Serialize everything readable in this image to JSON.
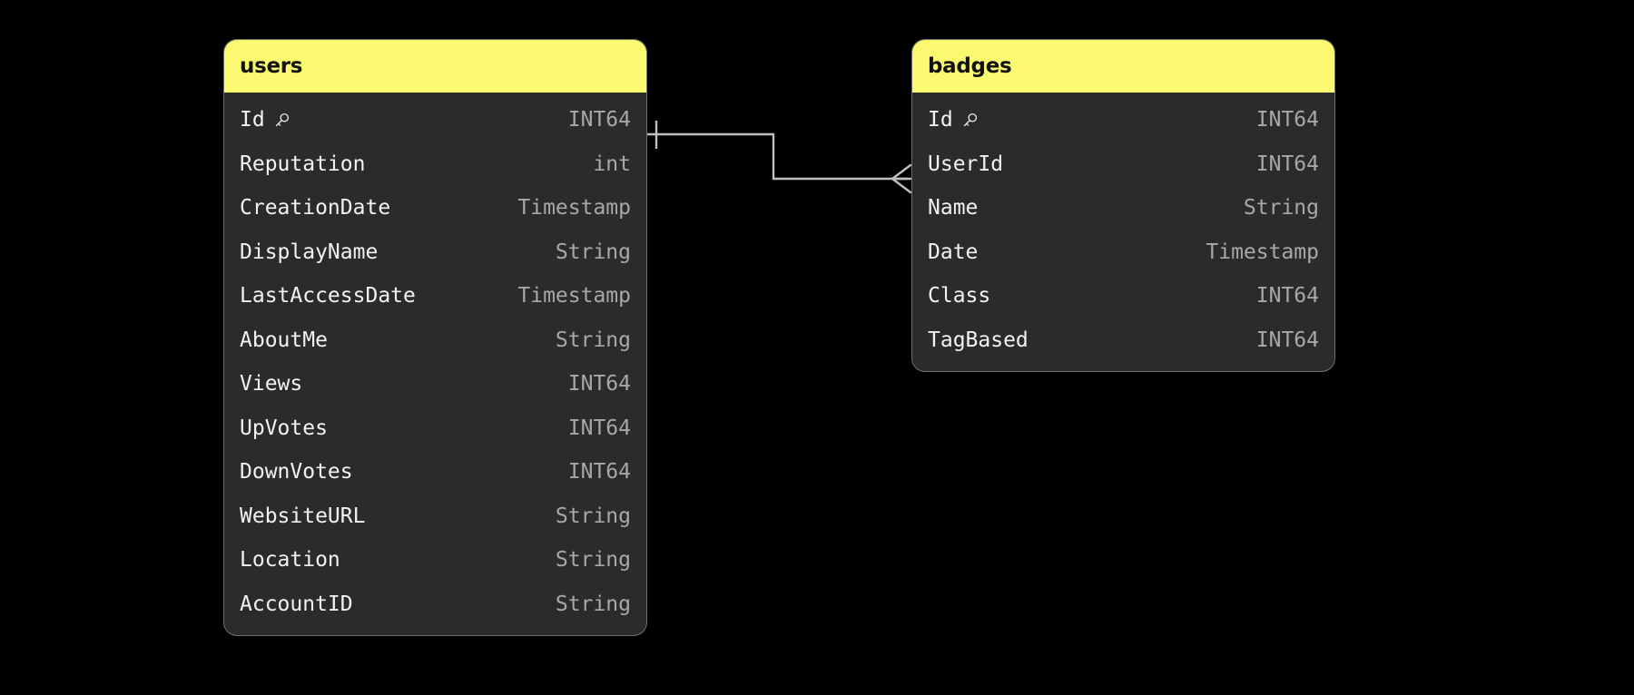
{
  "diagram": {
    "type": "entity-relationship-diagram",
    "background_color": "#000000",
    "header_color": "#faf970",
    "body_color": "#2b2b2b",
    "border_color": "#6d6d6d",
    "field_name_color": "#f2f2f2",
    "field_type_color": "#a8a8a8",
    "connector_color": "#bfbfbf"
  },
  "tables": [
    {
      "name": "users",
      "fields": [
        {
          "name": "Id",
          "type": "INT64",
          "key": true,
          "key_icon": "key-icon"
        },
        {
          "name": "Reputation",
          "type": "int",
          "key": false
        },
        {
          "name": "CreationDate",
          "type": "Timestamp",
          "key": false
        },
        {
          "name": "DisplayName",
          "type": "String",
          "key": false
        },
        {
          "name": "LastAccessDate",
          "type": "Timestamp",
          "key": false
        },
        {
          "name": "AboutMe",
          "type": "String",
          "key": false
        },
        {
          "name": "Views",
          "type": "INT64",
          "key": false
        },
        {
          "name": "UpVotes",
          "type": "INT64",
          "key": false
        },
        {
          "name": "DownVotes",
          "type": "INT64",
          "key": false
        },
        {
          "name": "WebsiteURL",
          "type": "String",
          "key": false
        },
        {
          "name": "Location",
          "type": "String",
          "key": false
        },
        {
          "name": "AccountID",
          "type": "String",
          "key": false
        }
      ]
    },
    {
      "name": "badges",
      "fields": [
        {
          "name": "Id",
          "type": "INT64",
          "key": true,
          "key_icon": "key-icon"
        },
        {
          "name": "UserId",
          "type": "INT64",
          "key": false
        },
        {
          "name": "Name",
          "type": "String",
          "key": false
        },
        {
          "name": "Date",
          "type": "Timestamp",
          "key": false
        },
        {
          "name": "Class",
          "type": "INT64",
          "key": false
        },
        {
          "name": "TagBased",
          "type": "INT64",
          "key": false
        }
      ]
    }
  ],
  "relationships": [
    {
      "from_table": "users",
      "from_field": "Id",
      "to_table": "badges",
      "to_field": "UserId",
      "cardinality": "one-to-many",
      "from_marker": "one-tick",
      "to_marker": "crows-foot"
    }
  ]
}
